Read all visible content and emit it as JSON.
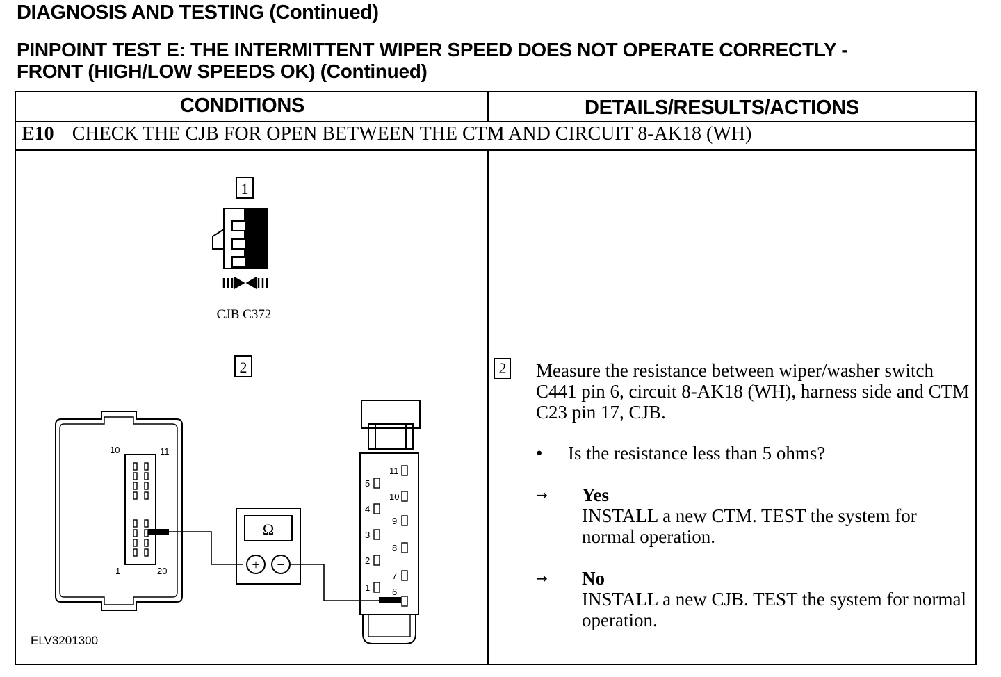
{
  "header": {
    "title": "DIAGNOSIS AND TESTING (Continued)",
    "test_title_line1": "PINPOINT TEST E: THE INTERMITTENT WIPER SPEED DOES NOT OPERATE CORRECTLY -",
    "test_title_line2": "FRONT (HIGH/LOW SPEEDS OK) (Continued)"
  },
  "table": {
    "col_conditions": "CONDITIONS",
    "col_details": "DETAILS/RESULTS/ACTIONS",
    "step_id": "E10",
    "step_title": "CHECK THE CJB FOR OPEN BETWEEN THE CTM AND CIRCUIT 8-AK18 (WH)"
  },
  "diagram": {
    "ref1": "1",
    "ref2": "2",
    "connector_label": "CJB C372",
    "meter_symbol": "Ω",
    "plus": "+",
    "minus": "−",
    "module_pin_10": "10",
    "module_pin_11": "11",
    "module_pin_1": "1",
    "module_pin_20": "20",
    "plug_pins": [
      "11",
      "5",
      "10",
      "4",
      "9",
      "3",
      "8",
      "2",
      "7",
      "1",
      "6"
    ],
    "figure_id": "ELV3201300"
  },
  "details": {
    "ref": "2",
    "instruction": "Measure the resistance between wiper/washer switch C441 pin 6, circuit 8-AK18 (WH), harness side and CTM C23 pin 17, CJB.",
    "bullet": "•",
    "question": "Is the resistance less than 5 ohms?",
    "arrow": "→",
    "yes_label": "Yes",
    "yes_action": "INSTALL a new CTM. TEST the system for normal operation.",
    "no_label": "No",
    "no_action": "INSTALL a new CJB. TEST the system for normal operation."
  }
}
